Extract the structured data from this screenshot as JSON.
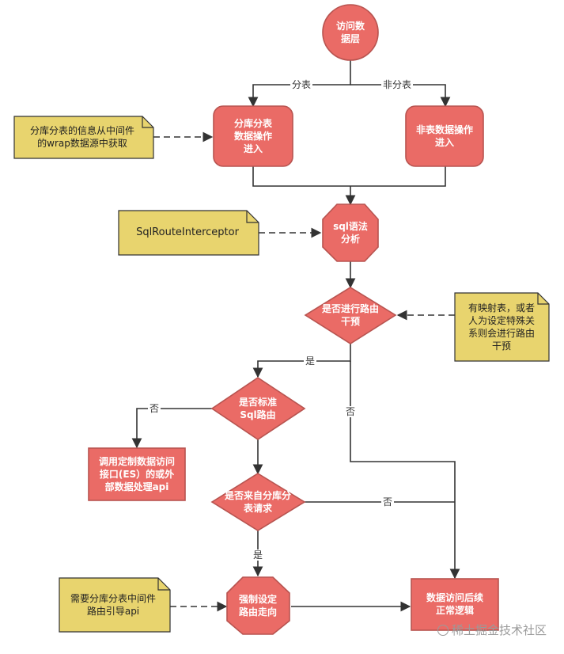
{
  "colors": {
    "node_fill": "#EA6B66",
    "node_stroke": "#B85450",
    "note_fill": "#E8D46E",
    "note_stroke": "#333333",
    "line": "#333333",
    "label_text": "#ffffff"
  },
  "nodes": [
    {
      "id": "access_data_layer",
      "shape": "circle",
      "label": "访问数\n据层"
    },
    {
      "id": "shard_ops",
      "shape": "rounded",
      "label": "分库分表\n数据操作\n进入"
    },
    {
      "id": "non_shard_ops",
      "shape": "rounded",
      "label": "非表数据操作\n进入"
    },
    {
      "id": "sql_parse",
      "shape": "octagon",
      "label": "sql语法\n分析"
    },
    {
      "id": "route_intervene",
      "shape": "diamond",
      "label": "是否进行路由\n干预"
    },
    {
      "id": "standard_sql_route",
      "shape": "diamond",
      "label": "是否标准\nSql路由"
    },
    {
      "id": "custom_api",
      "shape": "rect",
      "label": "调用定制数据访问\n接口(ES）的或外\n部数据处理api"
    },
    {
      "id": "from_shard_request",
      "shape": "diamond",
      "label": "是否来自分库分\n表请求"
    },
    {
      "id": "force_route",
      "shape": "octagon",
      "label": "强制设定\n路由走向"
    },
    {
      "id": "normal_logic",
      "shape": "rect",
      "label": "数据访问后续\n正常逻辑"
    }
  ],
  "notes": [
    {
      "id": "note_wrap_source",
      "label": "分库分表的信息从中间件\n的wrap数据源中获取"
    },
    {
      "id": "note_interceptor",
      "label": "SqlRouteInterceptor"
    },
    {
      "id": "note_mapping",
      "label": "有映射表，或者\n人为设定特殊关\n系则会进行路由\n干预"
    },
    {
      "id": "note_middleware",
      "label": "需要分库分表中间件\n路由引导api"
    }
  ],
  "edges": [
    {
      "from": "access_data_layer",
      "to": "shard_ops",
      "label": "分表"
    },
    {
      "from": "access_data_layer",
      "to": "non_shard_ops",
      "label": "非分表"
    },
    {
      "from": "shard_ops",
      "to": "sql_parse",
      "label": ""
    },
    {
      "from": "non_shard_ops",
      "to": "sql_parse",
      "label": ""
    },
    {
      "from": "sql_parse",
      "to": "route_intervene",
      "label": ""
    },
    {
      "from": "route_intervene",
      "to": "standard_sql_route",
      "label": "是"
    },
    {
      "from": "route_intervene",
      "to": "normal_logic",
      "label": "否"
    },
    {
      "from": "standard_sql_route",
      "to": "custom_api",
      "label": "否"
    },
    {
      "from": "standard_sql_route",
      "to": "from_shard_request",
      "label": ""
    },
    {
      "from": "from_shard_request",
      "to": "force_route",
      "label": "是"
    },
    {
      "from": "from_shard_request",
      "to": "normal_logic",
      "label": "否"
    },
    {
      "from": "force_route",
      "to": "normal_logic",
      "label": ""
    },
    {
      "from": "note_wrap_source",
      "to": "shard_ops",
      "label": "",
      "dashed": true
    },
    {
      "from": "note_interceptor",
      "to": "sql_parse",
      "label": "",
      "dashed": true
    },
    {
      "from": "note_mapping",
      "to": "route_intervene",
      "label": "",
      "dashed": true
    },
    {
      "from": "note_middleware",
      "to": "force_route",
      "label": "",
      "dashed": true
    }
  ],
  "watermark": "稀土掘金技术社区"
}
